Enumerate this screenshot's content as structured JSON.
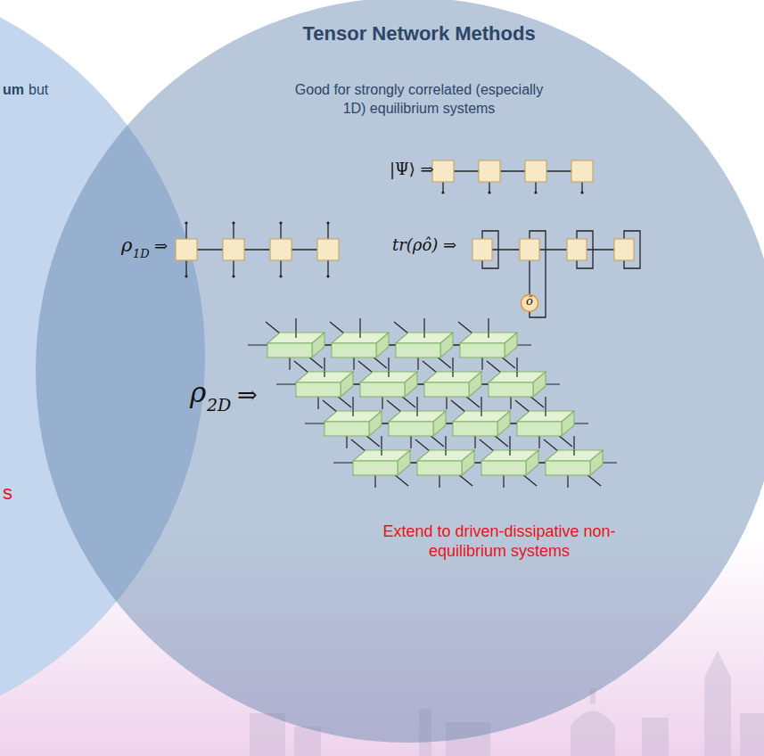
{
  "diagram": {
    "nodes": [
      {
        "text": [
          "um",
          "but",
          "s"
        ]
      },
      {
        "text": [
          "Tensor Network Methods",
          "Good for strongly correlated (especially 1D) equilibrium systems",
          "Extend to driven-dissipative non-equilibrium systems"
        ]
      }
    ],
    "labels": [
      "|Ψ⟩ ⇒",
      "ρ",
      "1D",
      "⇒",
      "tr(ρô) ⇒",
      "ô",
      "ρ",
      "2D",
      "⇒"
    ]
  }
}
